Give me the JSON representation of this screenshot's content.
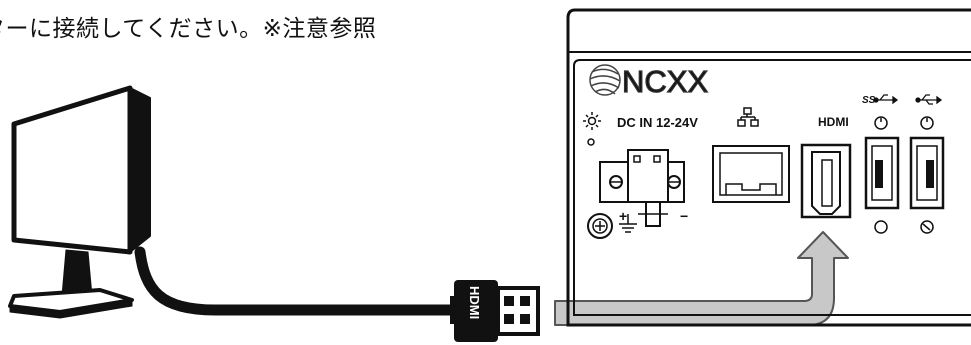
{
  "caption": "ターに接続してください。※注意参照",
  "device": {
    "brand": "NCXX",
    "power_label": "DC IN 12-24V",
    "power_plus": "+",
    "power_minus": "−",
    "hdmi_port_label": "HDMI",
    "usb3_icon": "usb3-ss-icon",
    "usb2_icon": "usb-icon",
    "lan_icon": "network-icon",
    "power_icon": "power-led-icon",
    "ground_icon": "ground-icon"
  },
  "cable": {
    "connector_label": "HDMI"
  },
  "colors": {
    "outline": "#111111",
    "arrow_fill": "#c8c8c8",
    "arrow_stroke": "#555555"
  }
}
